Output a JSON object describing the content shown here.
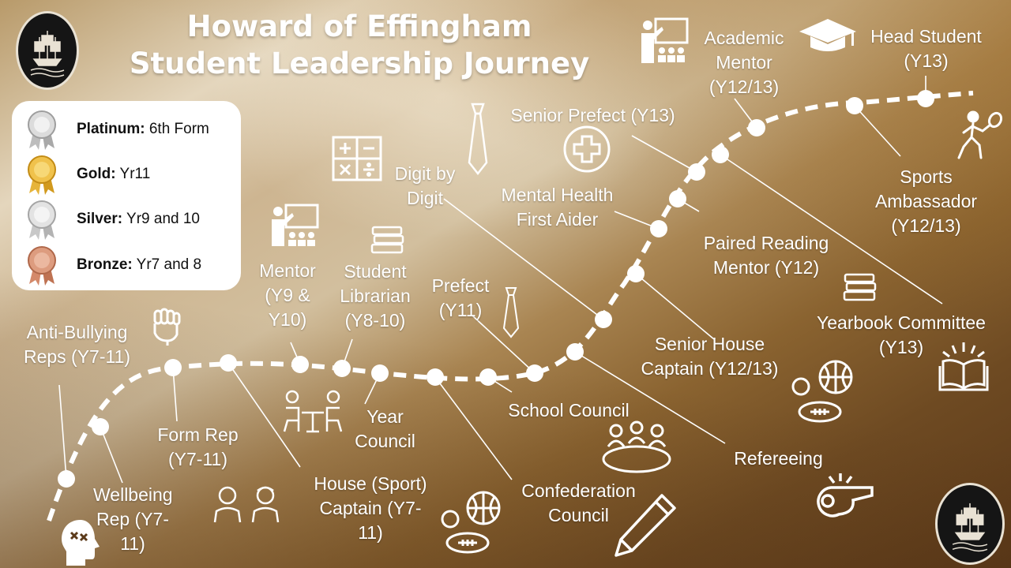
{
  "title": {
    "line1": "Howard of Effingham",
    "line2": "Student Leadership Journey"
  },
  "legend": [
    {
      "tier": "Platinum:",
      "desc": "6th Form",
      "color": "#c9c9c9",
      "icon": "platinum-medal-icon"
    },
    {
      "tier": "Gold:",
      "desc": "Yr11",
      "color": "#e3b53f",
      "icon": "gold-medal-icon"
    },
    {
      "tier": "Silver:",
      "desc": "Yr9 and 10",
      "color": "#d6d6d6",
      "icon": "silver-medal-icon"
    },
    {
      "tier": "Bronze:",
      "desc": "Yr7 and 8",
      "color": "#d18b6a",
      "icon": "bronze-medal-icon"
    }
  ],
  "roles": {
    "anti_bullying": [
      "Anti-Bullying",
      "Reps (Y7-11)"
    ],
    "wellbeing": [
      "Wellbeing",
      "Rep (Y7-",
      "11)"
    ],
    "form_rep": [
      "Form Rep",
      "(Y7-11)"
    ],
    "house_sport": [
      "House (Sport)",
      "Captain (Y7-",
      "11)"
    ],
    "mentor": [
      "Mentor",
      "(Y9 &",
      "Y10)"
    ],
    "student_librarian": [
      "Student",
      "Librarian",
      "(Y8-10)"
    ],
    "year_council": [
      "Year",
      "Council"
    ],
    "confederation": [
      "Confederation",
      "Council"
    ],
    "prefect": [
      "Prefect",
      "(Y11)"
    ],
    "school_council": [
      "School Council"
    ],
    "digit": [
      "Digit by",
      "Digit"
    ],
    "mental_health": [
      "Mental Health",
      "First Aider"
    ],
    "senior_prefect": [
      "Senior Prefect (Y13)"
    ],
    "academic_mentor": [
      "Academic",
      "Mentor",
      "(Y12/13)"
    ],
    "head_student": [
      "Head Student",
      "(Y13)"
    ],
    "sports_ambassador": [
      "Sports",
      "Ambassador",
      "(Y12/13)"
    ],
    "paired_reading": [
      "Paired Reading",
      "Mentor (Y12)"
    ],
    "yearbook": [
      "Yearbook Committee",
      "(Y13)"
    ],
    "senior_house": [
      "Senior House",
      "Captain (Y12/13)"
    ],
    "refereeing": [
      "Refereeing"
    ]
  },
  "colors": {
    "path": "#ffffff",
    "text": "#ffffff",
    "legend_bg": "#ffffff"
  }
}
